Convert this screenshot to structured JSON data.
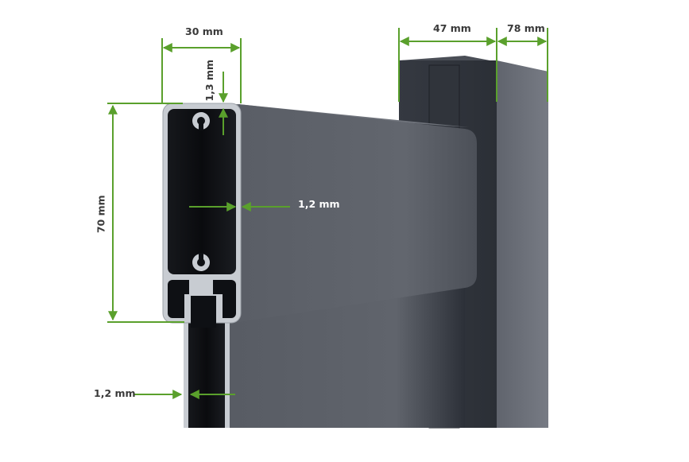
{
  "diagram": {
    "subject": "Aluminium fence board profile and post",
    "colors": {
      "dimension_green": "#5aa02c",
      "label_dark": "#3a3a3a",
      "label_light": "#ffffff",
      "profile_silver": "#c8ccd2",
      "profile_interior": "#0e1014",
      "board_face": "#5d6169",
      "post_front": "#3a3e46",
      "post_side": "#6c7079",
      "background": "#ffffff"
    },
    "dimensions": {
      "board_width": "30 mm",
      "board_height": "70 mm",
      "top_wall": "1,3 mm",
      "side_wall": "1,2 mm",
      "lower_wall": "1,2 mm",
      "post_front": "47 mm",
      "post_side": "78 mm"
    }
  }
}
